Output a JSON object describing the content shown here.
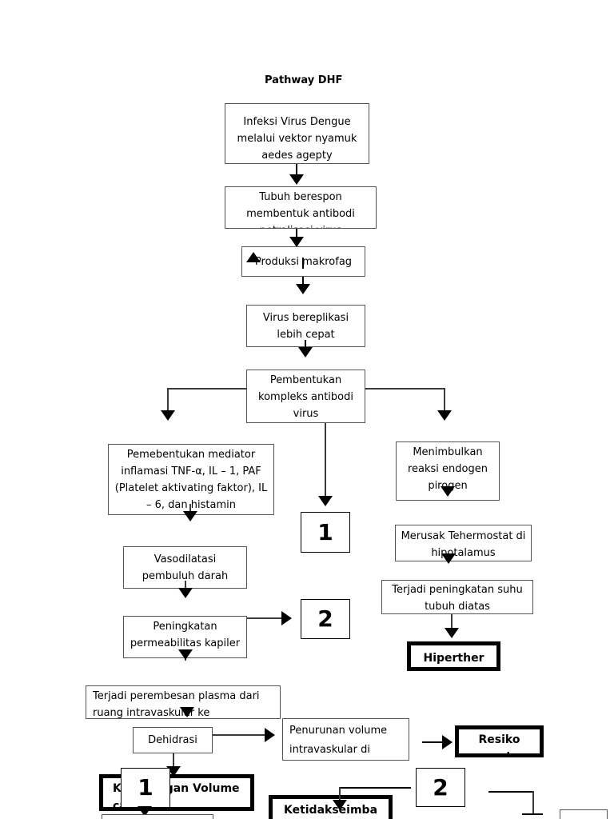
{
  "title": "Pathway DHF",
  "nodes": {
    "infeksi": "Infeksi Virus Dengue melalui vektor nyamuk aedes agepty",
    "tubuh_berespon": "Tubuh berespon membentuk antibodi netralisasi virus",
    "produksi_makrofag": "Produksi makrofag",
    "virus_bereplikasi": "Virus bereplikasi lebih cepat",
    "pembentukan_kompleks": "Pembentukan kompleks antibodi virus",
    "mediator_inflamasi": "Pemebentukan mediator inflamasi TNF-α, IL – 1, PAF (Platelet aktivating faktor), IL – 6, dan histamin",
    "menimbulkan_reaksi": "Menimbulkan reaksi endogen pirogen",
    "merusak_termostat": "Merusak Tehermostat di hipotalamus",
    "peningkatan_suhu": "Terjadi peningkatan suhu tubuh diatas",
    "hiperther": "Hiperther",
    "vasodilatasi": "Vasodilatasi pembuluh darah",
    "peningkatan_permeabilitas": "Peningkatan permeabilitas kapiler",
    "perembesan_plasma": "Terjadi perembesan plasma dari ruang intravaskular ke",
    "dehidrasi": "Dehidrasi",
    "penurunan_volume": "Penurunan volume intravaskular di sirkulasi",
    "resiko": "Resiko syok",
    "kekurangan_volume": "Kekurangan Volume cairan",
    "ketidakseimbangan": "Ketidakseimba"
  },
  "connectors": {
    "ref_one_a": "1",
    "ref_one_b": "1",
    "ref_two_a": "2",
    "ref_two_b": "2"
  },
  "colors": {
    "ink": "#000000",
    "box_border": "#555555",
    "background": "#ffffff"
  }
}
